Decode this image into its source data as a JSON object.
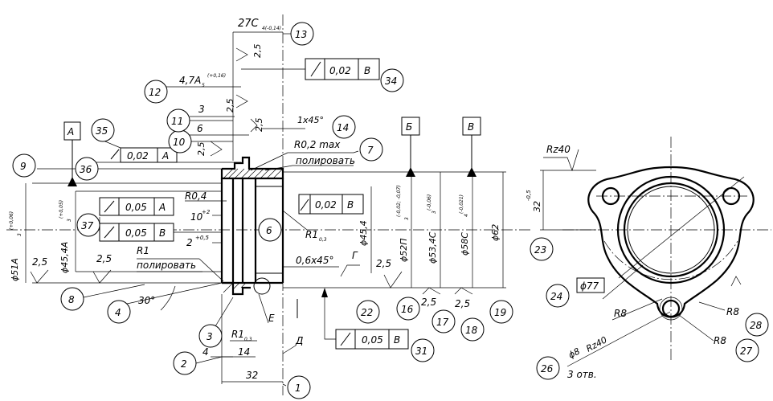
{
  "balloons": {
    "b1": "1",
    "b2": "2",
    "b3": "3",
    "b4": "4",
    "b6": "6",
    "b7": "7",
    "b8": "8",
    "b9": "9",
    "b10": "10",
    "b11": "11",
    "b12": "12",
    "b13": "13",
    "b14": "14",
    "b16": "16",
    "b17": "17",
    "b18": "18",
    "b19": "19",
    "b22": "22",
    "b23": "23",
    "b24": "24",
    "b26": "26",
    "b27": "27",
    "b28": "28",
    "b31": "31",
    "b34": "34",
    "b35": "35",
    "b36": "36",
    "b37": "37"
  },
  "datums": {
    "a": "А",
    "b": "Б",
    "v": "В"
  },
  "tolerances": {
    "t34": {
      "value": "0,02",
      "datum": "В"
    },
    "t36": {
      "value": "0,02",
      "datum": "А"
    },
    "t37a": {
      "value": "0,05",
      "datum": "А"
    },
    "t37b": {
      "value": "0,05",
      "datum": "В"
    },
    "t6": {
      "value": "0,02",
      "datum": "В"
    },
    "t31": {
      "value": "0,05",
      "datum": "В"
    }
  },
  "dims": {
    "len27": "27С",
    "len27_tol": "4(-0,14)",
    "len47": "4,7А",
    "len47_sub": "5",
    "len47_tol": "(+0,16)",
    "d3": "3",
    "d6": "6",
    "d4": "4",
    "d14": "14",
    "d32": "32",
    "chamfer1x45": "1x45°",
    "r02": "R0,2 max",
    "polish": "полировать",
    "r04": "R0,4",
    "ten_exp": "10",
    "ten_exp_sup": "+2",
    "two_exp": "2",
    "two_exp_sup": "+0,5",
    "r1": "R1",
    "polish2": "полировать",
    "r1_03": "R1",
    "r1_03_sub": "0,3",
    "chamfer06": "0,6x45°",
    "letterG": "Г",
    "letterE": "Е",
    "letterD": "Д",
    "angle30": "30°",
    "r1_3": "R1",
    "r1_3_sub": "0,3",
    "phi51": "ϕ51А",
    "phi51_sub": "3",
    "phi51_tol": "(+0,06)",
    "phi454A": "ϕ45,4А",
    "phi454A_sub": "3",
    "phi454A_tol": "(+0,05)",
    "phi454": "ϕ45,4",
    "phi52": "ϕ52П",
    "phi52_sub": "3",
    "phi52_tol": "(-0,02; -0,07)",
    "phi534": "ϕ53,4С",
    "phi534_sub": "3",
    "phi534_tol": "(-0,06)",
    "phi58": "ϕ58С",
    "phi58_sub": "4",
    "phi58_tol": "(-0,021)",
    "phi62": "ϕ62",
    "rough25": "2,5",
    "rz40": "Rz40",
    "dim32": "32",
    "dim32_tol": "-0,5",
    "phi77": "ϕ77",
    "r8": "R8",
    "phi8": "ϕ8",
    "rz40b": "Rz40",
    "holes3": "3 отв."
  }
}
